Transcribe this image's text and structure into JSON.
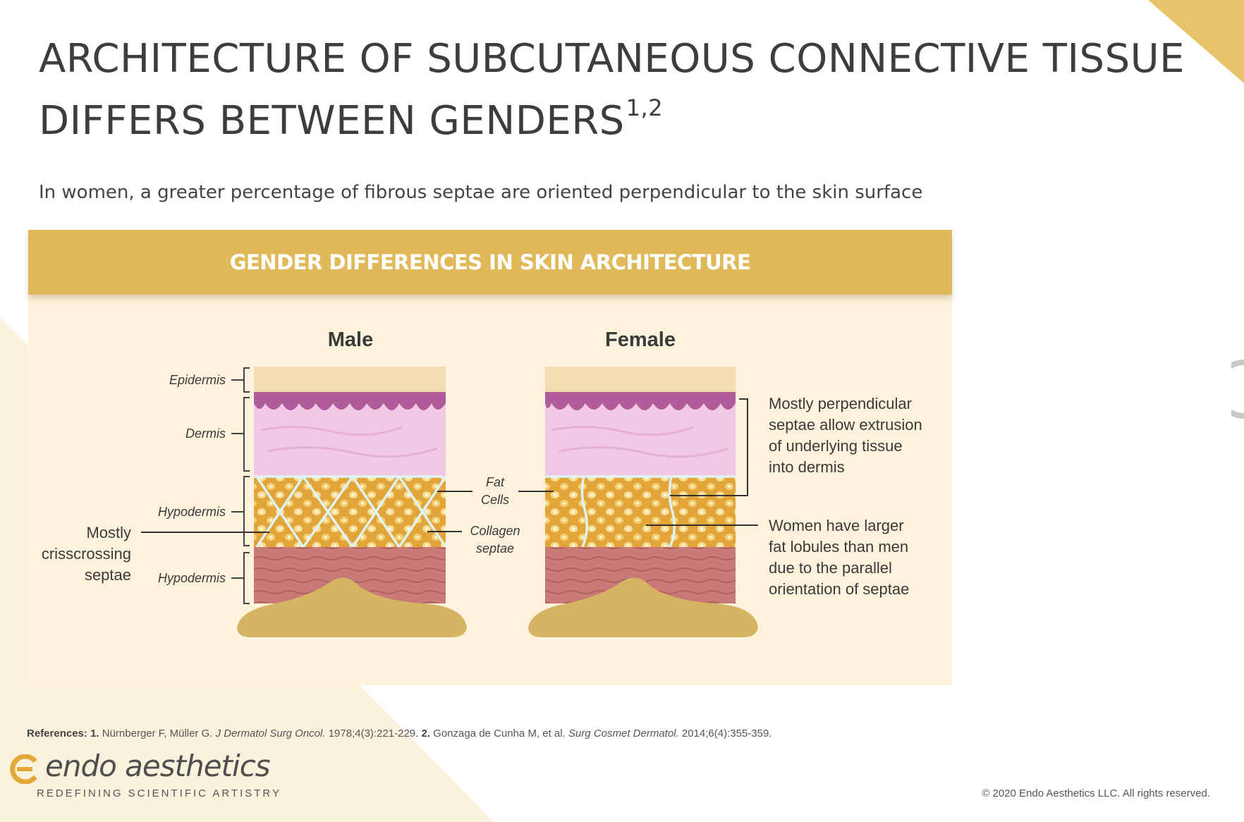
{
  "slide": {
    "title_line1": "ARCHITECTURE OF SUBCUTANEOUS CONNECTIVE TISSUE",
    "title_line2": "DIFFERS BETWEEN GENDERS",
    "title_superscript": "1,2",
    "subtitle": "In women, a greater percentage of fibrous septae are oriented perpendicular to the skin surface"
  },
  "panel": {
    "header": "GENDER DIFFERENCES IN SKIN ARCHITECTURE",
    "male_label": "Male",
    "female_label": "Female",
    "layers": {
      "epidermis": "Epidermis",
      "dermis": "Dermis",
      "hypodermis_upper": "Hypodermis",
      "hypodermis_lower": "Hypodermis"
    },
    "center": {
      "fat_line1": "Fat",
      "fat_line2": "Cells",
      "collagen_line1": "Collagen",
      "collagen_line2": "septae"
    },
    "male_note": [
      "Mostly",
      "crisscrossing",
      "septae"
    ],
    "female_note_1": [
      "Mostly perpendicular",
      "septae allow extrusion",
      "of underlying tissue",
      "into dermis"
    ],
    "female_note_2": [
      "Women have larger",
      "fat lobules than men",
      "due to the parallel",
      "orientation of septae"
    ]
  },
  "references": {
    "heading": "References:",
    "ref1_num": "1.",
    "ref1_authors": "Nürnberger F, Müller G.",
    "ref1_journal": "J Dermatol Surg Oncol.",
    "ref1_details": "1978;4(3):221-229.",
    "ref2_num": "2.",
    "ref2_authors": "Gonzaga de Cunha M, et al.",
    "ref2_journal": "Surg Cosmet Dermatol.",
    "ref2_details": "2014;6(4):355-359."
  },
  "brand": {
    "name": "endo aesthetics",
    "tagline": "REDEFINING SCIENTIFIC ARTISTRY",
    "copyright": "© 2020 Endo Aesthetics LLC. All rights reserved."
  },
  "colors": {
    "gold": "#e0b95a",
    "panel_bg": "#fdf2dc",
    "dermis": "#f1c9e4",
    "fat": "#e4a83a",
    "muscle": "#c97d7a",
    "base": "#d4b564"
  }
}
